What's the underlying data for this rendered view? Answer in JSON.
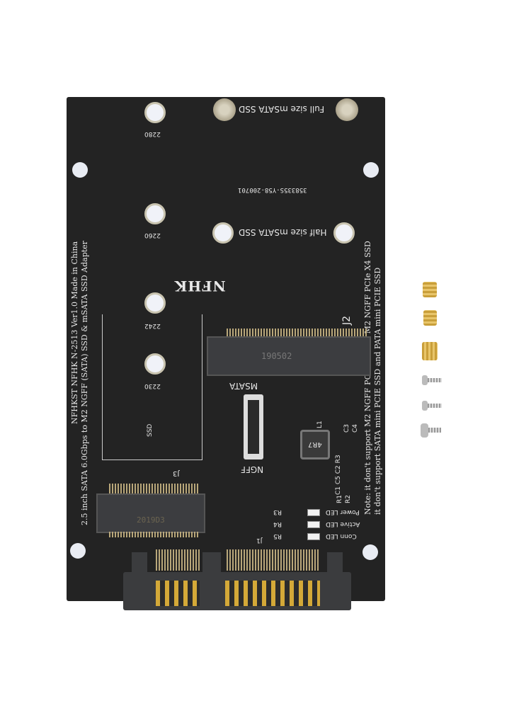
{
  "board": {
    "top_label": "Full size mSATA SSD",
    "half_label": "Half size mSATA SSD",
    "serial": "358335S-Y58-200701",
    "brand_logo": "NFHK",
    "hole_labels": [
      "2280",
      "2260",
      "2242",
      "2230"
    ],
    "left_line1": "NFHKST NFHK N-2513 Ver1.0 Made in China",
    "left_line2": "2.5 inch SATA 6.0Gbps to M2 NGFF (SATA) SSD & mSATA SSD Adapter",
    "right_line1": "Note: it don't support M2 NGFF PCIe X2 and M2 NGFF PCIe X4 SSD",
    "right_line2": "it don't support SATA mini PCIE SSD and PATA mini PCIE SSD",
    "j2": "J2",
    "j3": "J3",
    "j1": "J1",
    "msata": "MSATA",
    "ngff": "NGFF",
    "ssd_arrow": "SSD",
    "j2_chip": "190502",
    "j3_chip": "2019D3",
    "inductor": "4R7",
    "inductor_ref": "L1",
    "caps": [
      "C3",
      "C4"
    ],
    "small_refs": "C1 C5 C2 R3",
    "resistors": [
      "R1",
      "R2"
    ],
    "led_refs": [
      "R3",
      "R4",
      "R5"
    ],
    "led_labels": [
      "Power LED",
      "Active LED",
      "Conn LED"
    ]
  }
}
